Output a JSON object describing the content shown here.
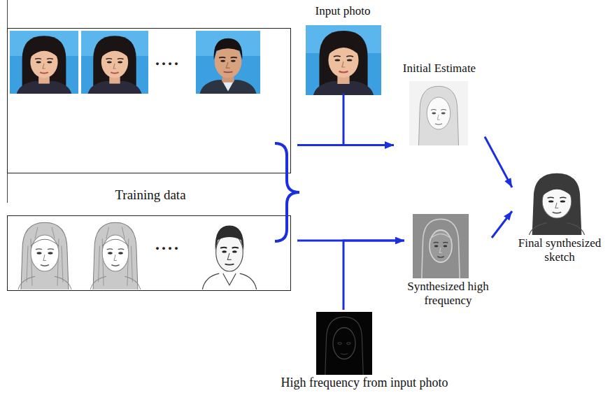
{
  "diagram": {
    "nodes": [
      {
        "text": [
          "Input photo"
        ]
      },
      {
        "text": [
          "Training data"
        ]
      },
      {
        "text": [
          "Initial Estimate"
        ]
      },
      {
        "text": [
          "Synthesized high frequency"
        ]
      },
      {
        "text": [
          "Final synthesized sketch"
        ]
      },
      {
        "text": [
          "High frequency from input photo"
        ]
      }
    ],
    "edges": [
      {
        "from": 0,
        "to": 2,
        "arrow": "to"
      },
      {
        "from": 1,
        "to": 2,
        "arrow": "to"
      },
      {
        "from": 1,
        "to": 3,
        "arrow": "to"
      },
      {
        "from": 5,
        "to": 3,
        "arrow": "to"
      },
      {
        "from": 2,
        "to": 4,
        "arrow": "to"
      },
      {
        "from": 3,
        "to": 4,
        "arrow": "to"
      }
    ],
    "labels": [
      "....",
      "...."
    ]
  }
}
